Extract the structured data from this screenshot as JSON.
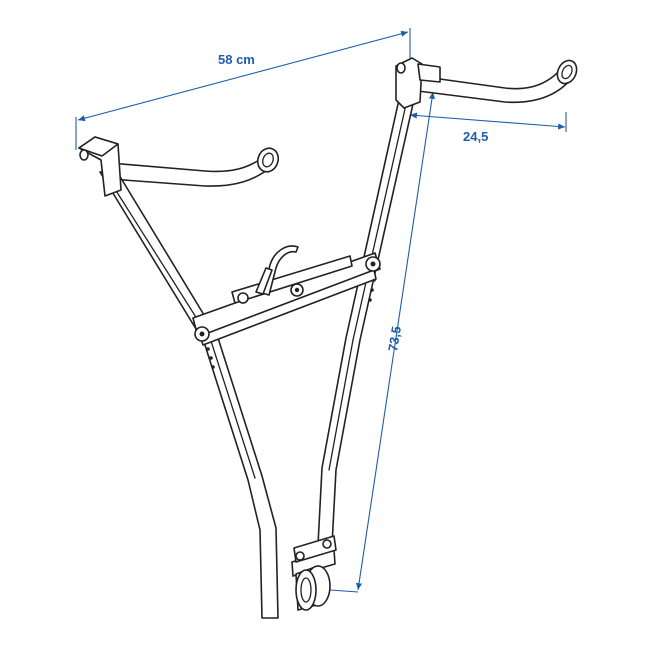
{
  "dimensions": {
    "width_label": "58 cm",
    "arm_label": "24,5",
    "height_label": "73,5"
  },
  "colors": {
    "dimension": "#1f5ea8",
    "line": "#222222",
    "background": "#ffffff"
  }
}
